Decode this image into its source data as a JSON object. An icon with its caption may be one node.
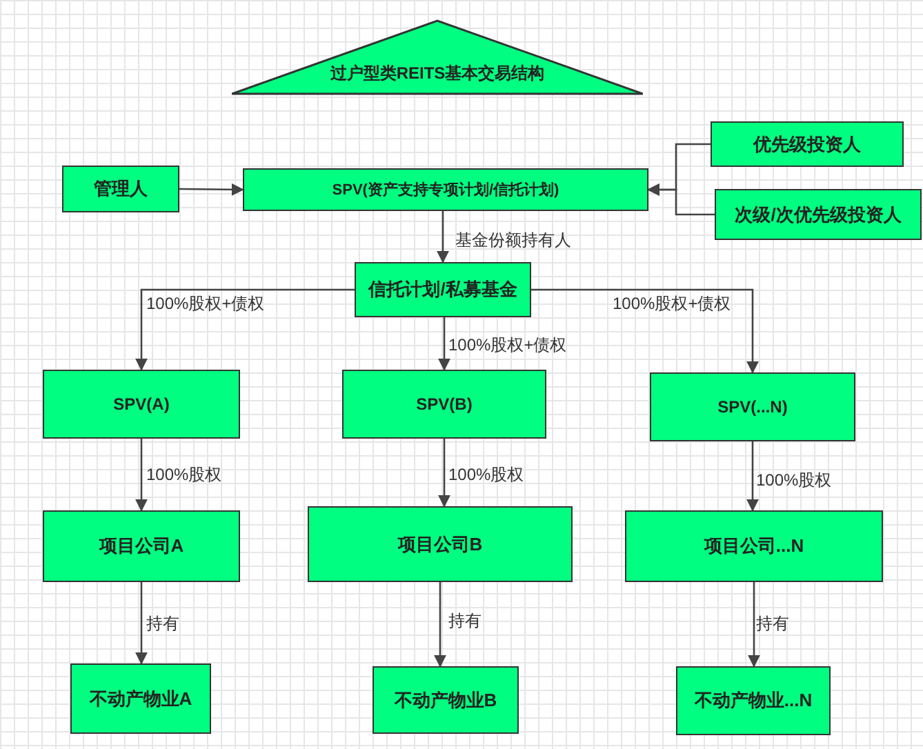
{
  "diagram": {
    "nodes": [
      {
        "text": [
          "过户型类REITS基本交易结构"
        ]
      },
      {
        "text": [
          "管理人"
        ]
      },
      {
        "text": [
          "SPV(资产支持专项计划/信托计划)"
        ]
      },
      {
        "text": [
          "优先级投资人"
        ]
      },
      {
        "text": [
          "次级/次优先级投资人"
        ]
      },
      {
        "text": [
          "信托计划/私募基金"
        ]
      },
      {
        "text": [
          "SPV(A)"
        ]
      },
      {
        "text": [
          "SPV(B)"
        ]
      },
      {
        "text": [
          "SPV(...N)"
        ]
      },
      {
        "text": [
          "项目公司A"
        ]
      },
      {
        "text": [
          "项目公司B"
        ]
      },
      {
        "text": [
          "项目公司...N"
        ]
      },
      {
        "text": [
          "不动产物业A"
        ]
      },
      {
        "text": [
          "不动产物业B"
        ]
      },
      {
        "text": [
          "不动产物业...N"
        ]
      }
    ],
    "edges": [
      {
        "from": 1,
        "to": 2,
        "arrow": "to"
      },
      {
        "from": 3,
        "to": 2,
        "arrow": "to"
      },
      {
        "from": 4,
        "to": 2,
        "arrow": "to"
      },
      {
        "from": 2,
        "to": 5,
        "arrow": "to",
        "label": "基金份额持有人"
      },
      {
        "from": 5,
        "to": 6,
        "arrow": "to",
        "label": "100%股权+债权"
      },
      {
        "from": 5,
        "to": 7,
        "arrow": "to",
        "label": "100%股权+债权"
      },
      {
        "from": 5,
        "to": 8,
        "arrow": "to",
        "label": "100%股权+债权"
      },
      {
        "from": 6,
        "to": 9,
        "arrow": "to",
        "label": "100%股权"
      },
      {
        "from": 7,
        "to": 10,
        "arrow": "to",
        "label": "100%股权"
      },
      {
        "from": 8,
        "to": 11,
        "arrow": "to",
        "label": "100%股权"
      },
      {
        "from": 9,
        "to": 12,
        "arrow": "to",
        "label": "持有"
      },
      {
        "from": 10,
        "to": 13,
        "arrow": "to",
        "label": "持有"
      },
      {
        "from": 11,
        "to": 14,
        "arrow": "to",
        "label": "持有"
      }
    ]
  }
}
